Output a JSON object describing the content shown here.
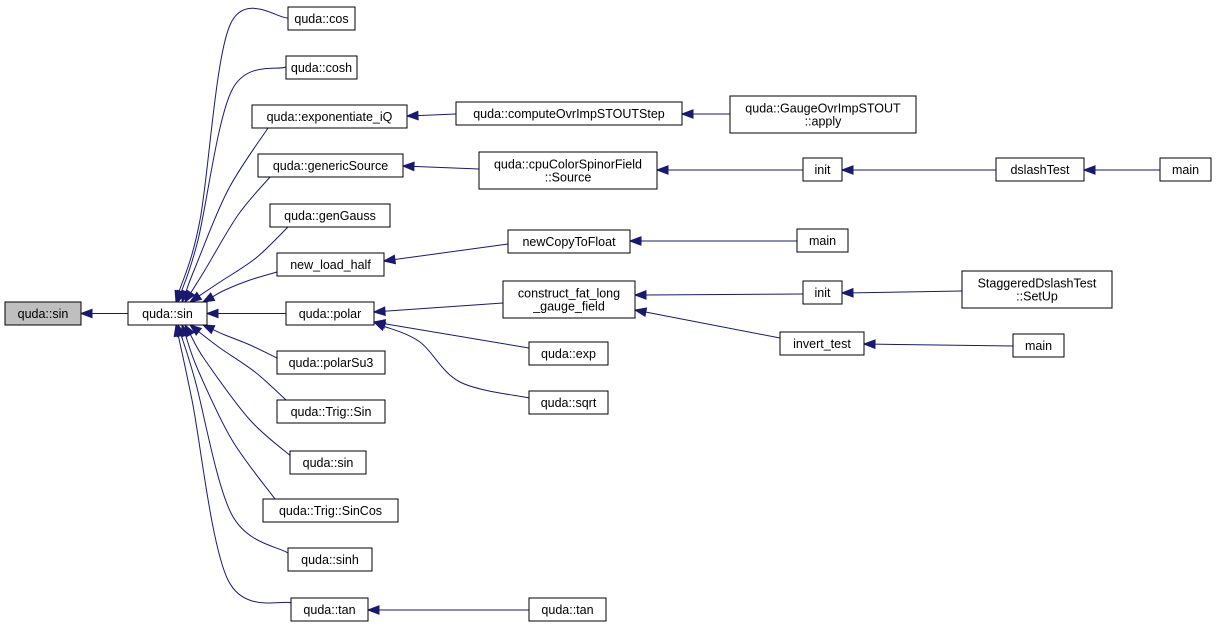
{
  "graph": {
    "colors": {
      "edge": "#191970",
      "root_fill": "#bfbfbf",
      "node_fill": "#ffffff",
      "node_border": "#000000"
    },
    "nodes": [
      {
        "id": "n0",
        "lines": [
          "quda::sin"
        ],
        "root": true
      },
      {
        "id": "n1",
        "lines": [
          "quda::sin"
        ]
      },
      {
        "id": "n2",
        "lines": [
          "quda::cos"
        ]
      },
      {
        "id": "n3",
        "lines": [
          "quda::cosh"
        ]
      },
      {
        "id": "n4",
        "lines": [
          "quda::exponentiate_iQ"
        ]
      },
      {
        "id": "n5",
        "lines": [
          "quda::computeOvrImpSTOUTStep"
        ]
      },
      {
        "id": "n6",
        "lines": [
          "quda::GaugeOvrImpSTOUT",
          "::apply"
        ]
      },
      {
        "id": "n7",
        "lines": [
          "quda::genericSource"
        ]
      },
      {
        "id": "n8",
        "lines": [
          "quda::cpuColorSpinorField",
          "::Source"
        ]
      },
      {
        "id": "n9",
        "lines": [
          "init"
        ]
      },
      {
        "id": "n10",
        "lines": [
          "dslashTest"
        ]
      },
      {
        "id": "n11",
        "lines": [
          "main"
        ]
      },
      {
        "id": "n12",
        "lines": [
          "quda::genGauss"
        ]
      },
      {
        "id": "n13",
        "lines": [
          "new_load_half"
        ]
      },
      {
        "id": "n14",
        "lines": [
          "newCopyToFloat"
        ]
      },
      {
        "id": "n15",
        "lines": [
          "main"
        ]
      },
      {
        "id": "n16",
        "lines": [
          "quda::polar"
        ]
      },
      {
        "id": "n17",
        "lines": [
          "construct_fat_long",
          "_gauge_field"
        ]
      },
      {
        "id": "n18",
        "lines": [
          "init"
        ]
      },
      {
        "id": "n19",
        "lines": [
          "StaggeredDslashTest",
          "::SetUp"
        ]
      },
      {
        "id": "n20",
        "lines": [
          "invert_test"
        ]
      },
      {
        "id": "n21",
        "lines": [
          "main"
        ]
      },
      {
        "id": "n22",
        "lines": [
          "quda::exp"
        ]
      },
      {
        "id": "n23",
        "lines": [
          "quda::sqrt"
        ]
      },
      {
        "id": "n24",
        "lines": [
          "quda::polarSu3"
        ]
      },
      {
        "id": "n25",
        "lines": [
          "quda::Trig::Sin"
        ]
      },
      {
        "id": "n26",
        "lines": [
          "quda::sin"
        ]
      },
      {
        "id": "n27",
        "lines": [
          "quda::Trig::SinCos"
        ]
      },
      {
        "id": "n28",
        "lines": [
          "quda::sinh"
        ]
      },
      {
        "id": "n29",
        "lines": [
          "quda::tan"
        ]
      },
      {
        "id": "n30",
        "lines": [
          "quda::tan"
        ]
      }
    ],
    "edges": [
      {
        "from": "n1",
        "to": "n0"
      },
      {
        "from": "n2",
        "to": "n1"
      },
      {
        "from": "n3",
        "to": "n1"
      },
      {
        "from": "n4",
        "to": "n1"
      },
      {
        "from": "n7",
        "to": "n1"
      },
      {
        "from": "n12",
        "to": "n1"
      },
      {
        "from": "n13",
        "to": "n1"
      },
      {
        "from": "n16",
        "to": "n1"
      },
      {
        "from": "n24",
        "to": "n1"
      },
      {
        "from": "n25",
        "to": "n1"
      },
      {
        "from": "n26",
        "to": "n1"
      },
      {
        "from": "n27",
        "to": "n1"
      },
      {
        "from": "n28",
        "to": "n1"
      },
      {
        "from": "n29",
        "to": "n1"
      },
      {
        "from": "n5",
        "to": "n4"
      },
      {
        "from": "n6",
        "to": "n5"
      },
      {
        "from": "n8",
        "to": "n7"
      },
      {
        "from": "n9",
        "to": "n8"
      },
      {
        "from": "n10",
        "to": "n9"
      },
      {
        "from": "n11",
        "to": "n10"
      },
      {
        "from": "n14",
        "to": "n13"
      },
      {
        "from": "n15",
        "to": "n14"
      },
      {
        "from": "n17",
        "to": "n16"
      },
      {
        "from": "n22",
        "to": "n16"
      },
      {
        "from": "n23",
        "to": "n16"
      },
      {
        "from": "n18",
        "to": "n17"
      },
      {
        "from": "n20",
        "to": "n17"
      },
      {
        "from": "n19",
        "to": "n18"
      },
      {
        "from": "n21",
        "to": "n20"
      },
      {
        "from": "n30",
        "to": "n29"
      }
    ]
  }
}
